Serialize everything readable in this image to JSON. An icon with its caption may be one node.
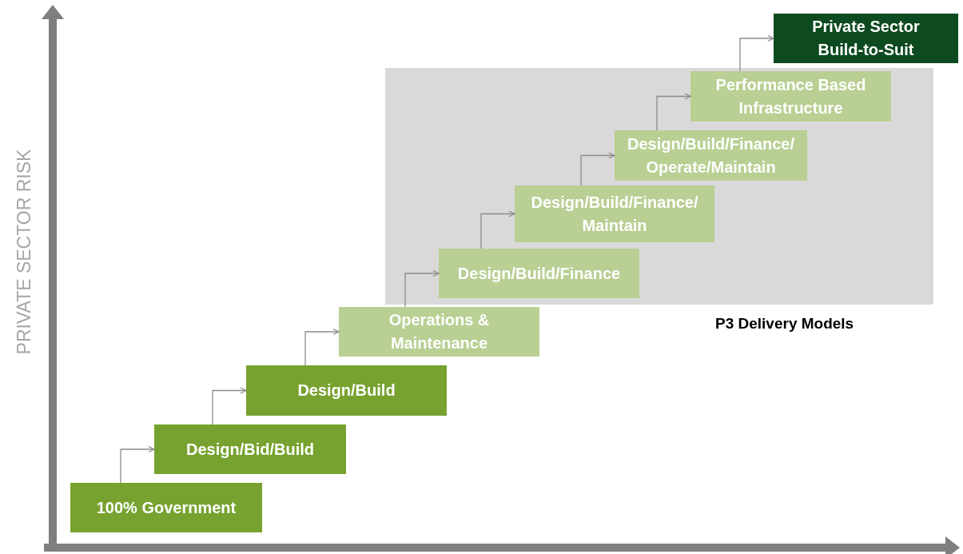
{
  "diagram": {
    "nodes": [
      {
        "text": [
          "100% Government"
        ]
      },
      {
        "text": [
          "Design/Bid/Build"
        ]
      },
      {
        "text": [
          "Design/Build"
        ]
      },
      {
        "text": [
          "Operations & Maintenance"
        ]
      },
      {
        "text": [
          "P3 Delivery Models"
        ]
      },
      {
        "text": [
          "Design/Build/Finance"
        ],
        "in": 4
      },
      {
        "text": [
          "Design/Build/Finance/ Maintain"
        ],
        "in": 4
      },
      {
        "text": [
          "Design/Build/Finance/ Operate/Maintain"
        ],
        "in": 4
      },
      {
        "text": [
          "Performance Based Infrastructure"
        ],
        "in": 4
      },
      {
        "text": [
          "Private Sector Build-to-Suit"
        ]
      }
    ],
    "edges": [
      {
        "from": 0,
        "to": 1,
        "arrow": "to"
      },
      {
        "from": 1,
        "to": 2,
        "arrow": "to"
      },
      {
        "from": 2,
        "to": 3,
        "arrow": "to"
      },
      {
        "from": 3,
        "to": 5,
        "arrow": "to"
      },
      {
        "from": 5,
        "to": 6,
        "arrow": "to"
      },
      {
        "from": 6,
        "to": 7,
        "arrow": "to"
      },
      {
        "from": 7,
        "to": 8,
        "arrow": "to"
      },
      {
        "from": 8,
        "to": 9,
        "arrow": "to"
      }
    ],
    "labels": [
      "PRIVATE SECTOR RISK"
    ]
  }
}
